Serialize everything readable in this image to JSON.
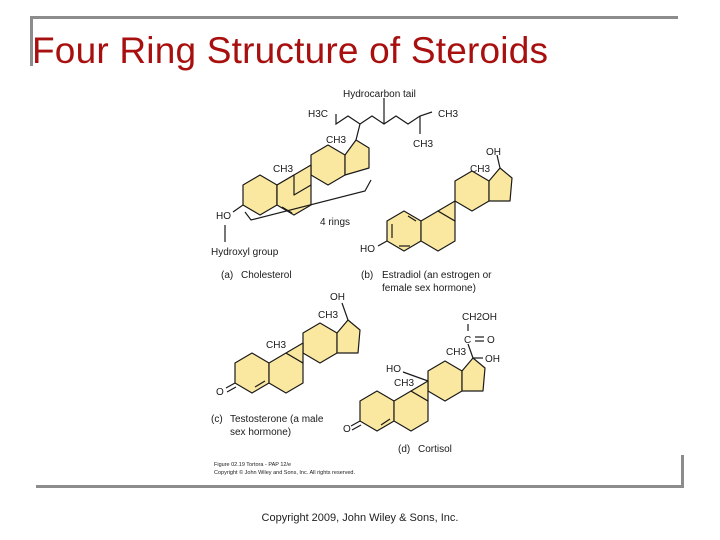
{
  "slide": {
    "title": "Four Ring Structure of Steroids",
    "copyright": "Copyright 2009, John Wiley & Sons, Inc."
  },
  "figure": {
    "hydrocarbon_tail_label": "Hydrocarbon tail",
    "rings_label": "4 rings",
    "hydroxyl_group_label": "Hydroxyl group",
    "atoms": {
      "h3c": "H3C",
      "ch3": "CH3",
      "oh": "OH",
      "ho": "HO",
      "o": "O",
      "c": "C",
      "ch2oh": "CH2OH"
    },
    "panels": [
      {
        "letter": "(a)",
        "caption_lines": [
          "Cholesterol"
        ]
      },
      {
        "letter": "(b)",
        "caption_lines": [
          "Estradiol (an estrogen or",
          "female sex hormone)"
        ]
      },
      {
        "letter": "(c)",
        "caption_lines": [
          "Testosterone (a male",
          "sex hormone)"
        ]
      },
      {
        "letter": "(d)",
        "caption_lines": [
          "Cortisol"
        ]
      }
    ],
    "credit_lines": [
      "Figure 02.19  Tortora - PAP 12/e",
      "Copyright © John Wiley and Sons, Inc. All rights reserved."
    ]
  }
}
